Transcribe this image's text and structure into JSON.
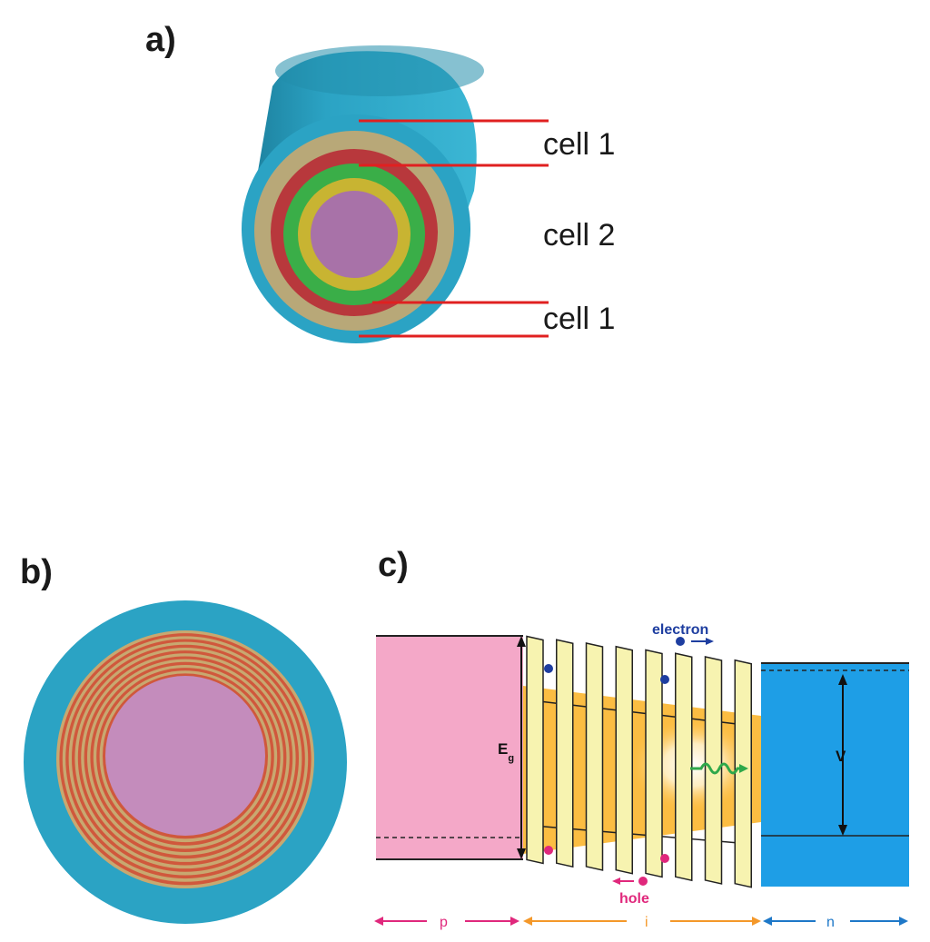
{
  "panels": {
    "a": {
      "label": "a)",
      "annotations": [
        "cell 1",
        "cell 2",
        "cell 1"
      ]
    },
    "b": {
      "label": "b)"
    },
    "c": {
      "label": "c)",
      "carriers": {
        "electron": "electron",
        "hole": "hole"
      },
      "bandgap": {
        "main": "E",
        "subscript": "g"
      },
      "voltage": "V",
      "regions": {
        "p": "p",
        "i": "i",
        "n": "n"
      }
    }
  },
  "colors": {
    "outer_shell": "#2ba3c4",
    "core": "#a872a8",
    "tan_layer": "#b8a878",
    "red_layer": "#b8383c",
    "green_layer": "#3aae48",
    "yellow_layer": "#c8b432",
    "leader_line": "#e02020",
    "p_region": "#f4a8c8",
    "n_region": "#1e9ee6",
    "well_fill": "#f7f3b0",
    "intrinsic_glow": "#fbbd42",
    "electron": "#1e3ea0",
    "hole": "#e0287c",
    "photon": "#2ea84a",
    "p_arrow": "#e0287c",
    "i_arrow": "#f4982a",
    "n_arrow": "#1e78c8"
  }
}
